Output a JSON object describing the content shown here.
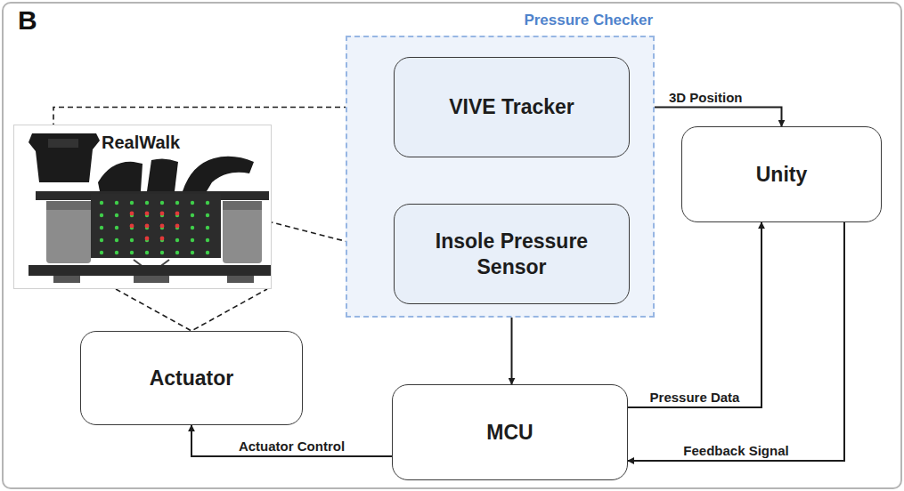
{
  "diagram": {
    "nodes": [
      {
        "text": [
          "Pressure Checker"
        ]
      },
      {
        "text": [
          "VIVE Tracker"
        ],
        "in": 0
      },
      {
        "text": [
          "Unity"
        ]
      },
      {
        "text": [
          "RealWalk"
        ]
      },
      {
        "text": [
          "Insole Pressure Sensor"
        ],
        "in": 0
      },
      {
        "text": [
          "Actuator"
        ]
      },
      {
        "text": [
          "MCU"
        ]
      }
    ],
    "edges": [
      {
        "from": 1,
        "to": 2,
        "label": "3D Position",
        "arrow": "to"
      },
      {
        "from": 4,
        "to": 6,
        "arrow": "to"
      },
      {
        "from": 6,
        "to": 2,
        "label": "Pressure Data",
        "arrow": "to"
      },
      {
        "from": 2,
        "to": 6,
        "label": "Feedback Signal",
        "arrow": "to"
      },
      {
        "from": 6,
        "to": 5,
        "label": "Actuator Control",
        "arrow": "to"
      },
      {
        "from": 1,
        "to": 3,
        "arrow": "none"
      },
      {
        "from": 4,
        "to": 3,
        "arrow": "none"
      },
      {
        "from": 5,
        "to": 3,
        "arrow": "none"
      }
    ],
    "labels": [
      "B"
    ]
  }
}
